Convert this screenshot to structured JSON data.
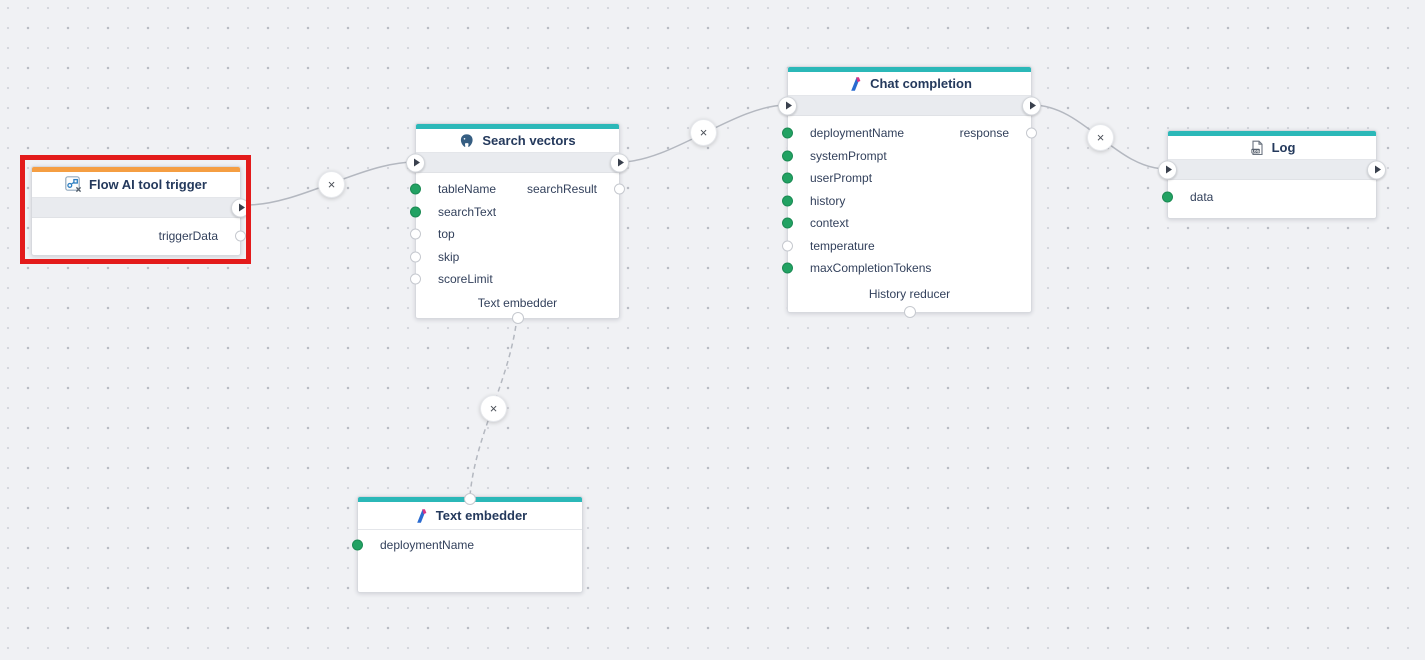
{
  "ui": {
    "remove_glyph": "×",
    "colors": {
      "accent_teal": "#2bb8b8",
      "accent_orange": "#f59e42",
      "selection_red": "#e31b1b",
      "connected_port_green": "#22a263",
      "wire_gray": "#b4b8c0",
      "title_navy": "#24395c"
    }
  },
  "nodes": {
    "trigger": {
      "title": "Flow AI tool trigger",
      "icon": "flow-trigger-icon",
      "selected": true,
      "outputs": [
        {
          "label": "triggerData",
          "connected": false
        }
      ]
    },
    "search": {
      "title": "Search vectors",
      "icon": "postgresql-elephant-icon",
      "inputs": [
        {
          "label": "tableName",
          "connected": true
        },
        {
          "label": "searchText",
          "connected": true
        },
        {
          "label": "top",
          "connected": false
        },
        {
          "label": "skip",
          "connected": false
        },
        {
          "label": "scoreLimit",
          "connected": false
        }
      ],
      "outputs": [
        {
          "label": "searchResult",
          "connected": false
        }
      ],
      "bottom_connector_label": "Text embedder"
    },
    "chat": {
      "title": "Chat completion",
      "icon": "azure-ai-icon",
      "inputs": [
        {
          "label": "deploymentName",
          "connected": true
        },
        {
          "label": "systemPrompt",
          "connected": true
        },
        {
          "label": "userPrompt",
          "connected": true
        },
        {
          "label": "history",
          "connected": true
        },
        {
          "label": "context",
          "connected": true
        },
        {
          "label": "temperature",
          "connected": false
        },
        {
          "label": "maxCompletionTokens",
          "connected": true
        }
      ],
      "outputs": [
        {
          "label": "response",
          "connected": false
        }
      ],
      "bottom_connector_label": "History reducer"
    },
    "log": {
      "title": "Log",
      "icon": "log-file-icon",
      "inputs": [
        {
          "label": "data",
          "connected": true
        }
      ]
    },
    "embedder": {
      "title": "Text embedder",
      "icon": "azure-ai-icon",
      "inputs": [
        {
          "label": "deploymentName",
          "connected": true
        }
      ]
    }
  },
  "connections": [
    {
      "from": "flow-ai-tool-trigger",
      "to": "search-vectors",
      "style": "solid"
    },
    {
      "from": "search-vectors",
      "to": "chat-completion",
      "style": "solid"
    },
    {
      "from": "chat-completion",
      "to": "log",
      "style": "solid"
    },
    {
      "from": "search-vectors-text-embedder-slot",
      "to": "text-embedder",
      "style": "dashed"
    }
  ]
}
